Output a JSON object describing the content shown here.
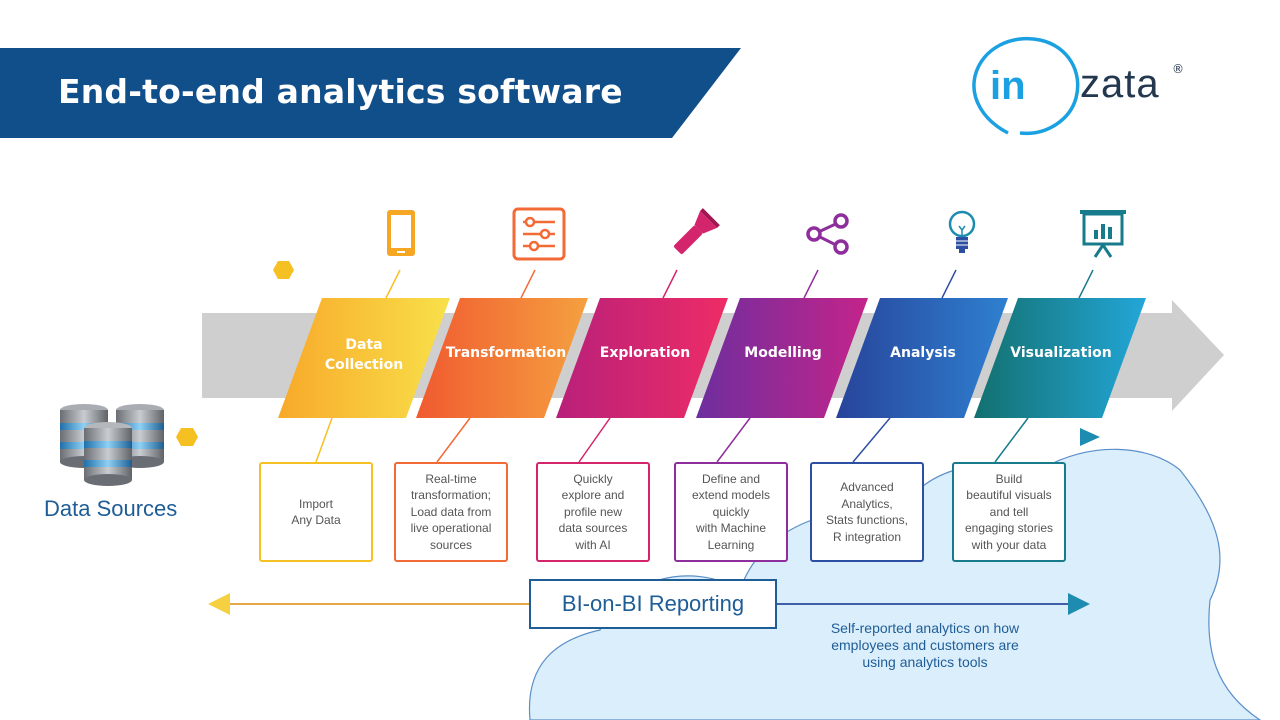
{
  "title": "End-to-end analytics software",
  "logo": {
    "prefix": "in",
    "suffix": "zata",
    "registered": "®"
  },
  "data_sources_label": "Data Sources",
  "stages": [
    {
      "label": [
        "Data",
        "Collection"
      ],
      "icon": "tablet-icon",
      "description": [
        "Import",
        "Any Data"
      ],
      "color": "#f5c022"
    },
    {
      "label": [
        "Transformation"
      ],
      "icon": "sliders-icon",
      "description": [
        "Real-time",
        "transformation;",
        "Load data from",
        "live operational",
        "sources"
      ],
      "color": "#f26a35"
    },
    {
      "label": [
        "Exploration"
      ],
      "icon": "flashlight-icon",
      "description": [
        "Quickly",
        "explore and",
        "profile new",
        "data sources",
        "with AI"
      ],
      "color": "#d4246b"
    },
    {
      "label": [
        "Modelling"
      ],
      "icon": "share-icon",
      "description": [
        "Define and",
        "extend models",
        "quickly",
        "with Machine",
        "Learning"
      ],
      "color": "#8e2e9c"
    },
    {
      "label": [
        "Analysis"
      ],
      "icon": "lightbulb-icon",
      "description": [
        "Advanced",
        "Analytics,",
        "Stats functions,",
        "R integration"
      ],
      "color": "#2d4fa2"
    },
    {
      "label": [
        "Visualization"
      ],
      "icon": "presentation-chart-icon",
      "description": [
        "Build",
        "beautiful visuals",
        "and tell",
        "engaging stories",
        "with your data"
      ],
      "color": "#177b8c"
    }
  ],
  "reporting": {
    "label": "BI-on-BI Reporting",
    "note": [
      "Self-reported analytics on how",
      "employees and customers are",
      "using analytics tools"
    ]
  },
  "colors": {
    "header": "#114f8a",
    "brand_blue": "#1f5d96",
    "logo_accent": "#1ba1e2",
    "cloud": "#dbeefc"
  }
}
